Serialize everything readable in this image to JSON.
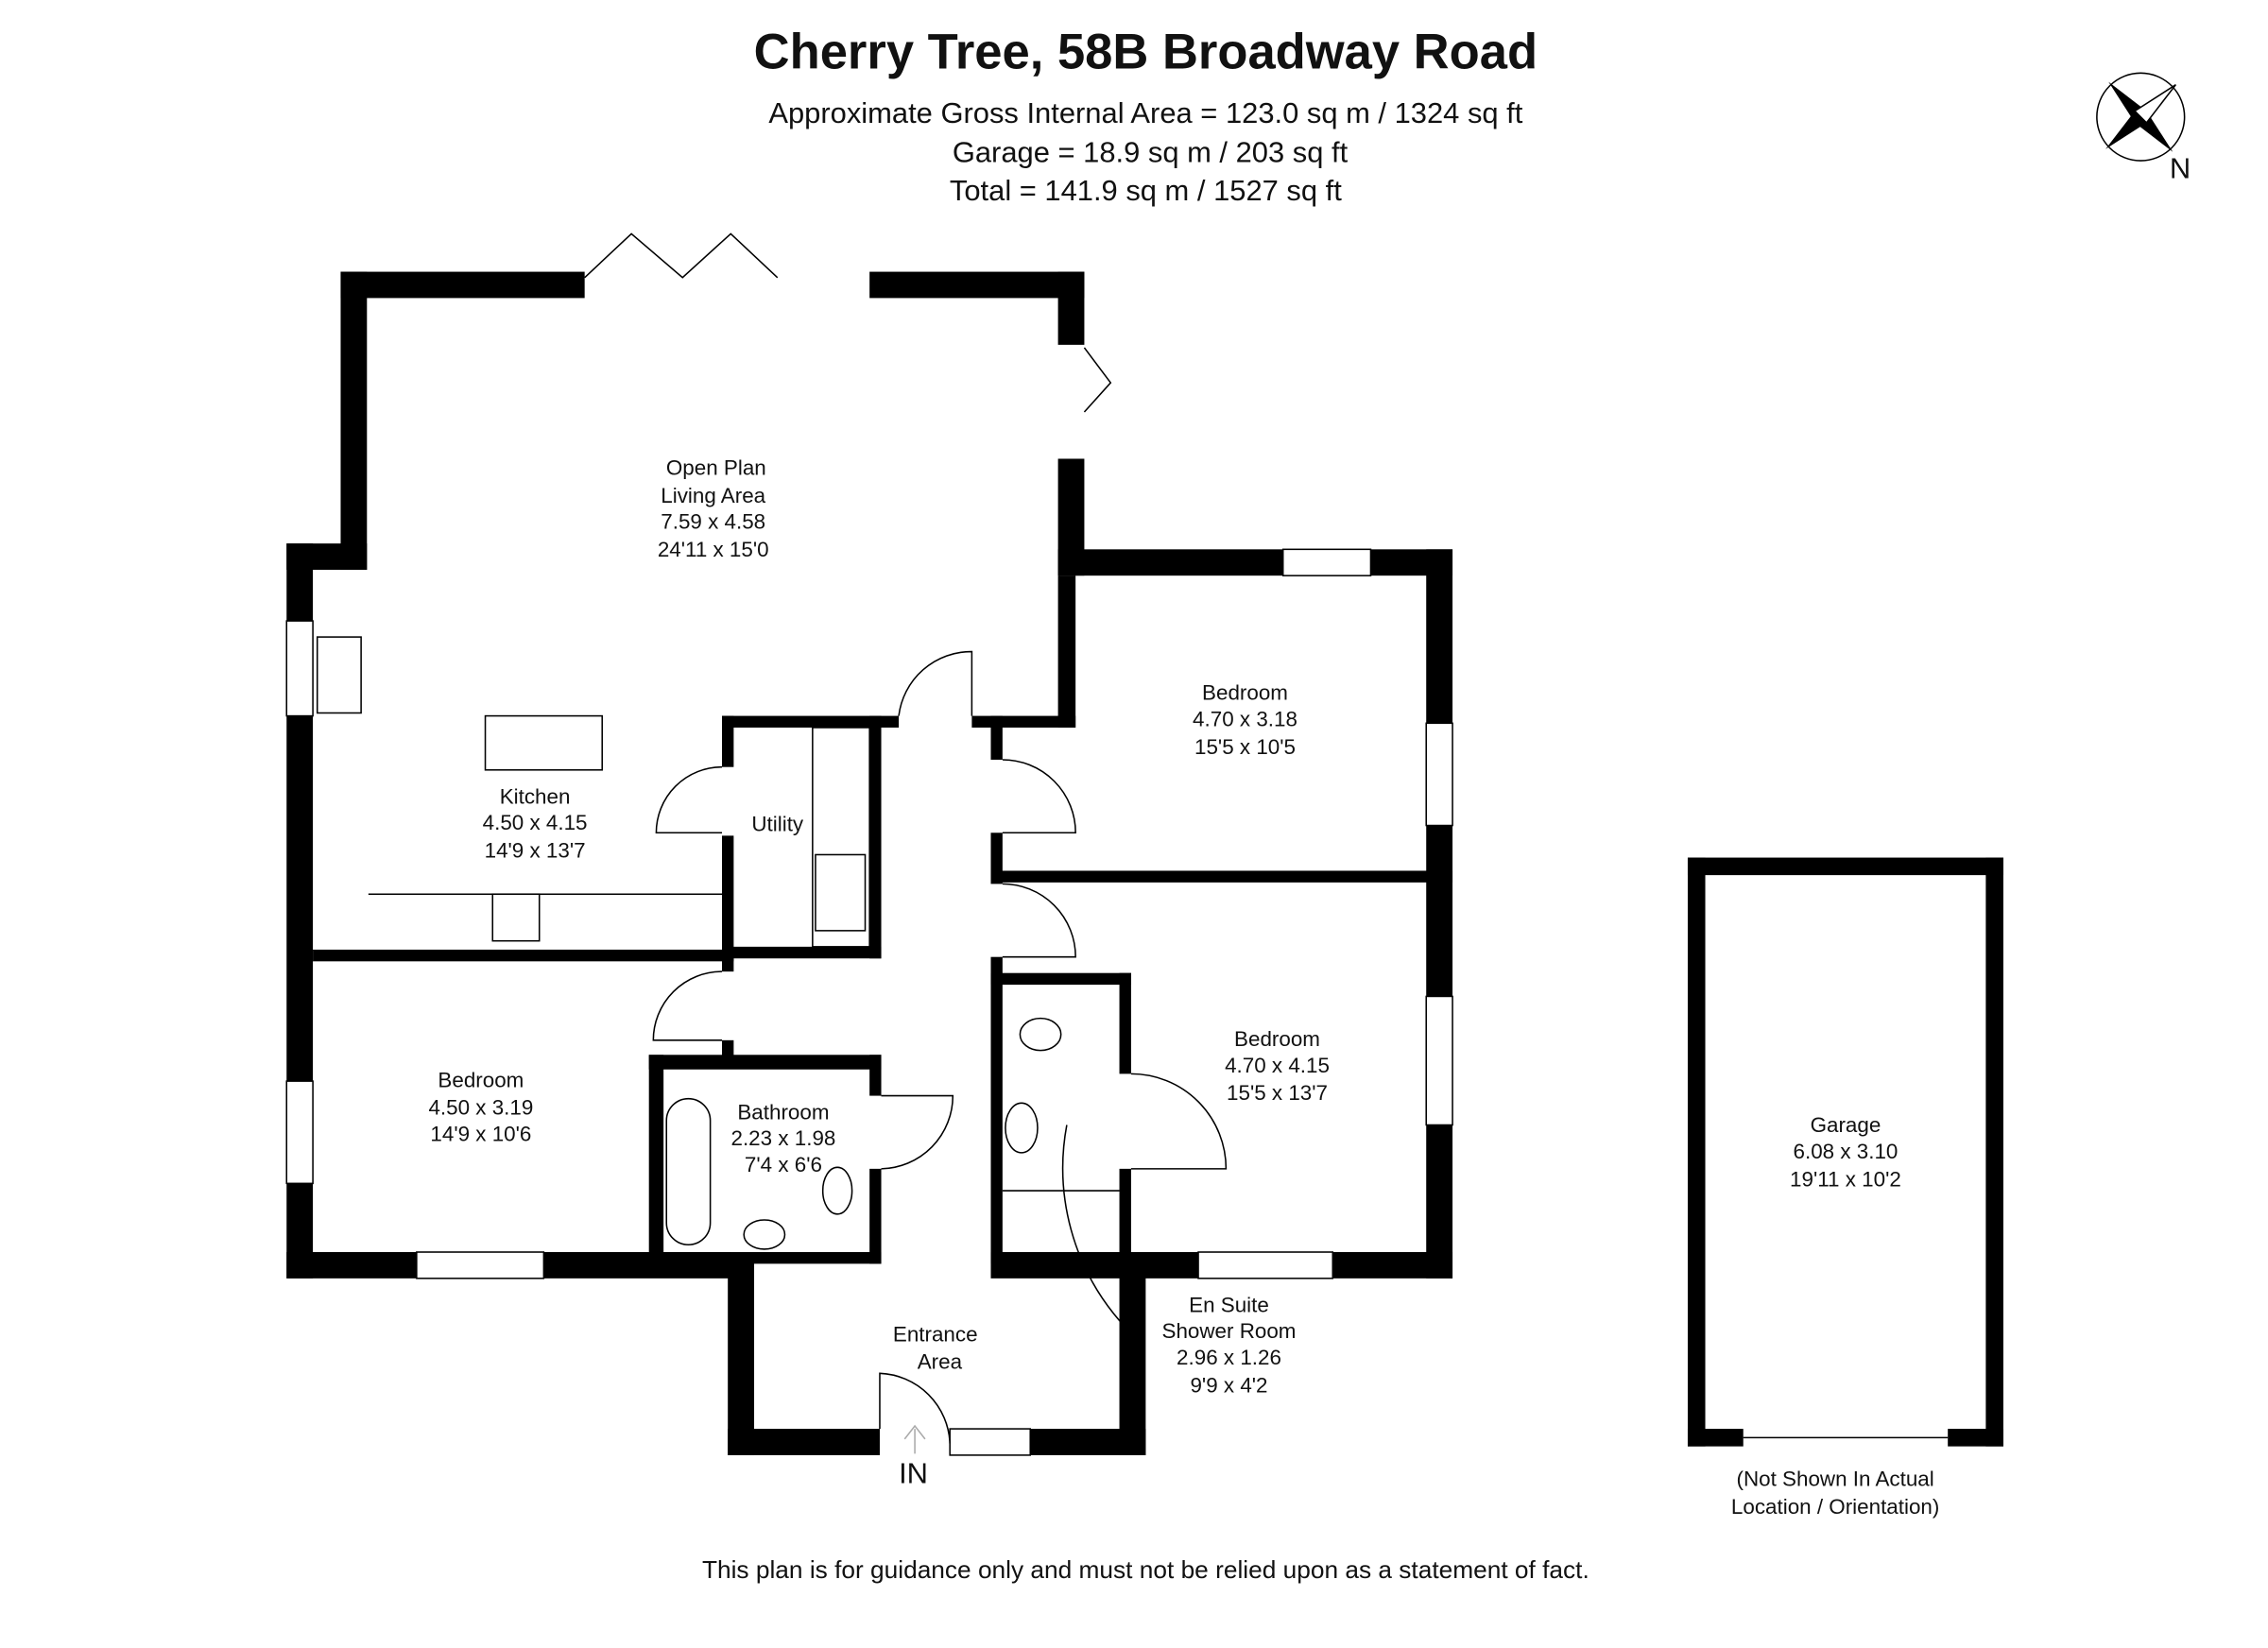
{
  "header": {
    "title": "Cherry Tree, 58B Broadway Road",
    "areas": [
      "Approximate Gross Internal Area = 123.0 sq m / 1324 sq ft",
      "Garage = 18.9 sq m / 203 sq ft",
      "Total = 141.9 sq m / 1527 sq ft"
    ]
  },
  "compass": {
    "icon": "compass-rose-icon",
    "label": "N"
  },
  "rooms": {
    "open_plan": {
      "name1": "Open Plan",
      "name2": "Living Area",
      "metric": "7.59 x 4.58",
      "imperial": "24'11 x 15'0"
    },
    "kitchen": {
      "name": "Kitchen",
      "metric": "4.50 x 4.15",
      "imperial": "14'9 x 13'7"
    },
    "utility": {
      "name": "Utility"
    },
    "bedroom1": {
      "name": "Bedroom",
      "metric": "4.70 x 3.18",
      "imperial": "15'5 x 10'5"
    },
    "bedroom2": {
      "name": "Bedroom",
      "metric": "4.70 x 4.15",
      "imperial": "15'5 x 13'7"
    },
    "bedroom3": {
      "name": "Bedroom",
      "metric": "4.50 x 3.19",
      "imperial": "14'9 x 10'6"
    },
    "bathroom": {
      "name": "Bathroom",
      "metric": "2.23 x 1.98",
      "imperial": "7'4 x 6'6"
    },
    "ensuite": {
      "name1": "En Suite",
      "name2": "Shower Room",
      "metric": "2.96 x 1.26",
      "imperial": "9'9 x 4'2"
    },
    "entrance": {
      "name1": "Entrance",
      "name2": "Area"
    },
    "garage": {
      "name": "Garage",
      "metric": "6.08 x 3.10",
      "imperial": "19'11 x 10'2"
    }
  },
  "entry_label": "IN",
  "garage_note": [
    "(Not Shown In Actual",
    "Location / Orientation)"
  ],
  "disclaimer": "This plan is for guidance only and must not be relied upon as a statement of fact."
}
